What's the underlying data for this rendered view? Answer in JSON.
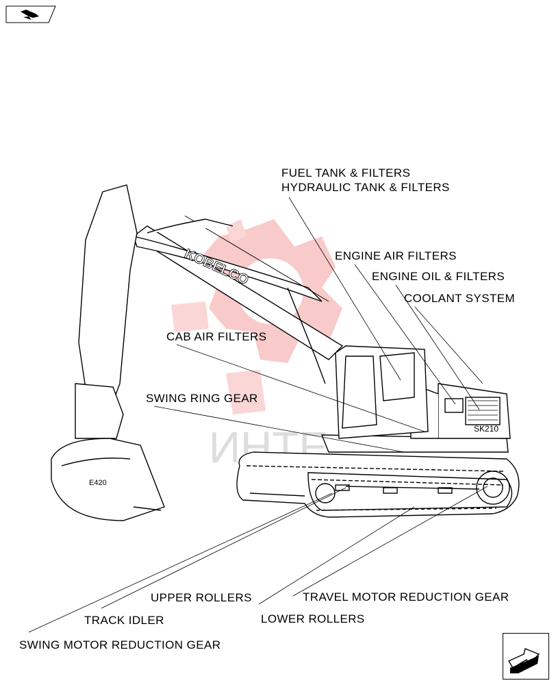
{
  "callouts": {
    "fuel_tank": "FUEL TANK & FILTERS",
    "hydraulic_tank": "HYDRAULIC TANK & FILTERS",
    "engine_air": "ENGINE AIR FILTERS",
    "engine_oil": "ENGINE OIL & FILTERS",
    "coolant": "COOLANT SYSTEM",
    "cab_air": "CAB AIR FILTERS",
    "swing_ring": "SWING RING GEAR",
    "upper_rollers": "UPPER ROLLERS",
    "track_idler": "TRACK IDLER",
    "swing_motor": "SWING MOTOR REDUCTION GEAR",
    "travel_motor": "TRAVEL MOTOR REDUCTION GEAR",
    "lower_rollers": "LOWER ROLLERS"
  },
  "machine": {
    "boom_brand": "KOBELCO",
    "model_badge": "SK210",
    "bucket_mark": "E420"
  },
  "watermark": "ИНТЕ",
  "icons": {
    "top_left": "page-back-arrow-icon",
    "bottom_right": "page-forward-arrow-icon"
  },
  "colors": {
    "line": "#000000",
    "watermark": "#e85c5c"
  }
}
